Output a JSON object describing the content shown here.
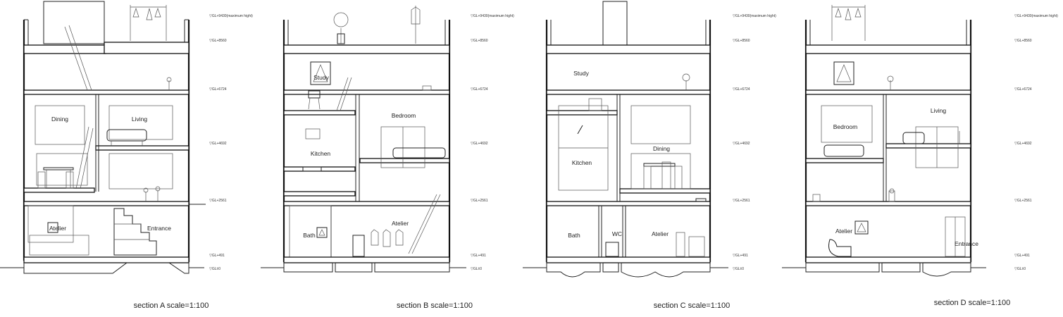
{
  "sections": [
    {
      "caption": "section A  scale=1:100",
      "levels": [
        "GL+9430(maximum hight)",
        "GL+8560",
        "GL+6724",
        "GL+4692",
        "GL+2561",
        "GL+491",
        "GL±0"
      ],
      "rooms": [
        "Dining",
        "Living",
        "Atelier",
        "Entrance"
      ]
    },
    {
      "caption": "section B  scale=1:100",
      "levels": [
        "GL+9430(maximum hight)",
        "GL+8560",
        "GL+6724",
        "GL+4692",
        "GL+2561",
        "GL+491",
        "GL±0"
      ],
      "rooms": [
        "Study",
        "Bedroom",
        "Kitchen",
        "Bath",
        "Atelier"
      ]
    },
    {
      "caption": "section C  scale=1:100",
      "levels": [
        "GL+9430(maximum hight)",
        "GL+8560",
        "GL+6724",
        "GL+4692",
        "GL+2561",
        "GL+491",
        "GL±0"
      ],
      "rooms": [
        "Study",
        "Kitchen",
        "Dining",
        "Bath",
        "WC",
        "Atelier"
      ]
    },
    {
      "caption": "section D  scale=1:100",
      "levels": [
        "GL+9430(maximum hight)",
        "GL+8560",
        "GL+6724",
        "GL+4692",
        "GL+2561",
        "GL+491",
        "GL±0"
      ],
      "rooms": [
        "Living",
        "Bedroom",
        "Atelier",
        "Entrance"
      ]
    }
  ]
}
